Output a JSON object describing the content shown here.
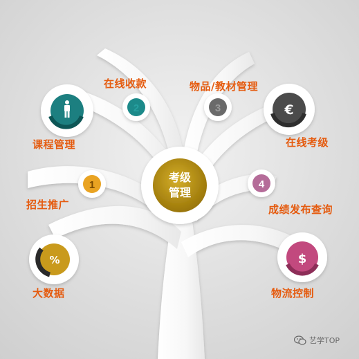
{
  "center": {
    "line1": "考级",
    "line2": "管理"
  },
  "modules": [
    {
      "label": "课程管理",
      "icon": "person-icon",
      "accent": "#1f8a8a"
    },
    {
      "label": "在线收款",
      "icon": "number-2-icon",
      "badge": "2",
      "accent": "#1f8a8a"
    },
    {
      "label": "物品/教材管理",
      "icon": "number-3-icon",
      "badge": "3",
      "accent": "#6e6e6e"
    },
    {
      "label": "在线考级",
      "icon": "euro-icon",
      "badge": "€",
      "accent": "#555555"
    },
    {
      "label": "招生推广",
      "icon": "number-1-icon",
      "badge": "1",
      "accent": "#e9a321"
    },
    {
      "label": "成绩发布查询",
      "icon": "number-4-icon",
      "badge": "4",
      "accent": "#b56c99"
    },
    {
      "label": "大数据",
      "icon": "percent-icon",
      "badge": "%",
      "accent": "#c99a1c"
    },
    {
      "label": "物流控制",
      "icon": "dollar-icon",
      "badge": "$",
      "accent": "#c2487e"
    }
  ],
  "watermark": {
    "text": "艺学TOP"
  },
  "colors": {
    "label": "#e55b0f",
    "branch": "#ffffff",
    "center_fill": "#b08a0e"
  }
}
